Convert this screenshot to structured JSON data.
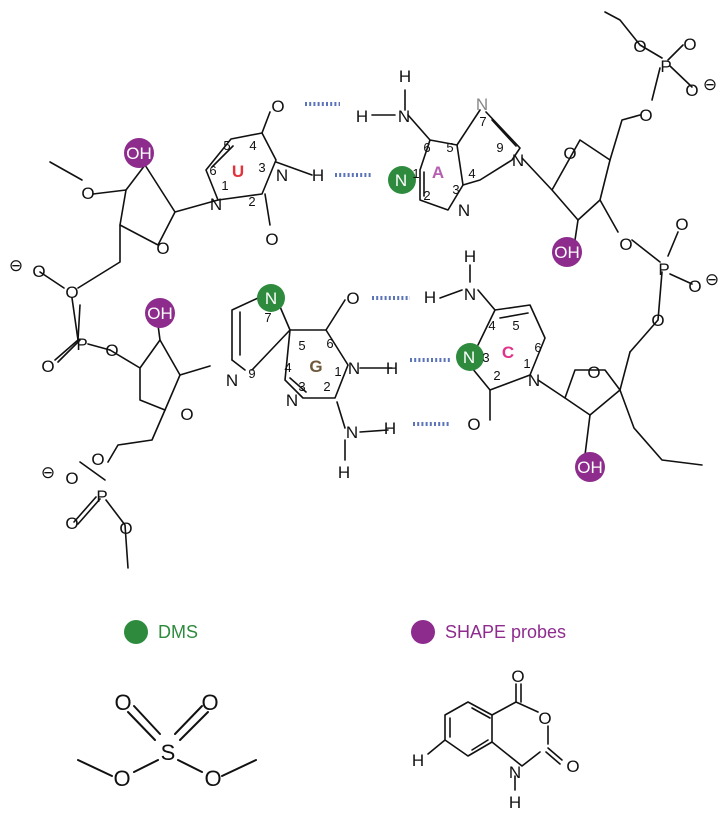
{
  "colors": {
    "dms": "#2e8b3e",
    "shape": "#8e2c8e",
    "uracil": "#e0333c",
    "adenine": "#b65fb0",
    "guanine": "#6e5a3a",
    "cytosine": "#e0338a",
    "hbond": "#5b73b8",
    "ink": "#111111"
  },
  "bases": {
    "uracil": "U",
    "adenine": "A",
    "guanine": "G",
    "cytosine": "C"
  },
  "atoms": {
    "oxygen": "O",
    "nitrogen": "N",
    "hydrogen": "H",
    "phosphorus": "P",
    "sulfur": "S",
    "hydroxyl": "OH",
    "charge": "⊖"
  },
  "ring_numbers": {
    "uracil": [
      "1",
      "2",
      "3",
      "4",
      "5",
      "6"
    ],
    "adenine": [
      "1",
      "2",
      "3",
      "4",
      "5",
      "6",
      "7",
      "9"
    ],
    "guanine": [
      "1",
      "2",
      "3",
      "4",
      "5",
      "6",
      "7",
      "9"
    ],
    "cytosine": [
      "1",
      "2",
      "3",
      "4",
      "5",
      "6"
    ]
  },
  "legend": {
    "dms_label": "DMS",
    "shape_label": "SHAPE probes"
  }
}
